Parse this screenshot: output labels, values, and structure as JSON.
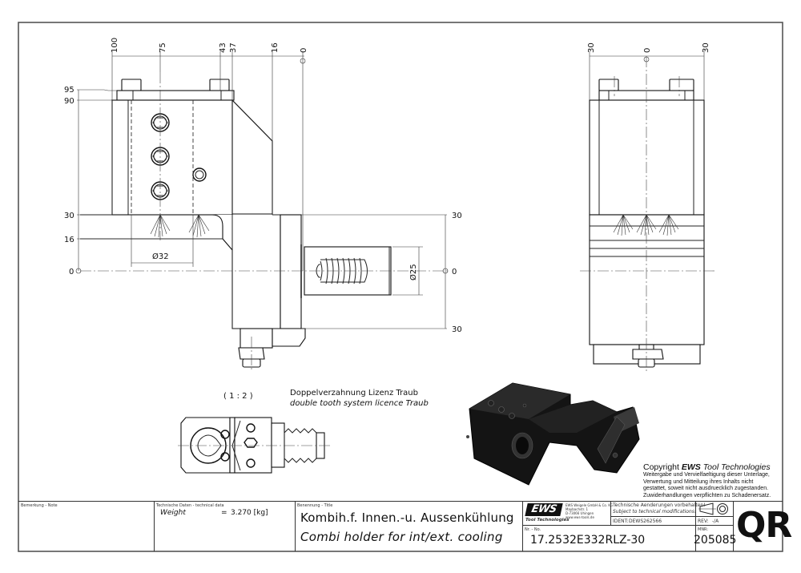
{
  "drawing": {
    "scale_label": "( 1 : 2 )",
    "note_de": "Doppelverzahnung Lizenz Traub",
    "note_en": "double tooth system licence Traub",
    "front_view": {
      "top_dims": [
        "100",
        "75",
        "43",
        "37",
        "16",
        "0"
      ],
      "left_dims": [
        "95",
        "90",
        "30",
        "16",
        "0"
      ],
      "bore_dim": "Ø32",
      "shank_dim": "Ø25",
      "right_dims": [
        "30",
        "0",
        "30"
      ]
    },
    "side_view": {
      "top_dims": [
        "30",
        "0",
        "30"
      ]
    }
  },
  "copyright": {
    "prefix": "Copyright ",
    "brand": "EWS",
    "suffix": " Tool Technologies",
    "lines": [
      "Weitergabe und Vervielfaeltigung dieser Unterlage,",
      "Verwertung und Mitteilung ihres Inhalts nicht",
      "gestattet, soweit nicht ausdruecklich zugestanden.",
      "Zuwiderhandlungen verpflichten zu Schadenersatz."
    ]
  },
  "title_block": {
    "note_label": "Bemerkung - Note",
    "tech_label": "Technische Daten - technical data",
    "weight_label": "Weight",
    "weight_eq": "=",
    "weight_value": "3.270 [kg]",
    "title_label": "Benennung - Title",
    "title_de": "Kombih.f. Innen.-u. Aussenkühlung",
    "title_en": "Combi holder for int/ext. cooling",
    "logo_text": "EWS",
    "logo_sub": "Tool Technologies",
    "company_lines": [
      "EWS Weigele GmbH & Co. KG",
      "Maybachstr. 1",
      "D-73066 Uhingen",
      "www.ews-tools.de"
    ],
    "changes_de": "Technische Aenderungen vorbehalten!",
    "changes_en": "Subject to technical modifications!",
    "ident_label": "IDENT:",
    "ident_value": "DEWS262566",
    "rev_label": "REV:",
    "rev_value": "-/A",
    "nr_label": "Nr. - No.",
    "part_number": "17.2532E332RLZ-30",
    "mnr_label": "MNR:",
    "mnr_value": "205085",
    "qr_mark": "QR"
  }
}
